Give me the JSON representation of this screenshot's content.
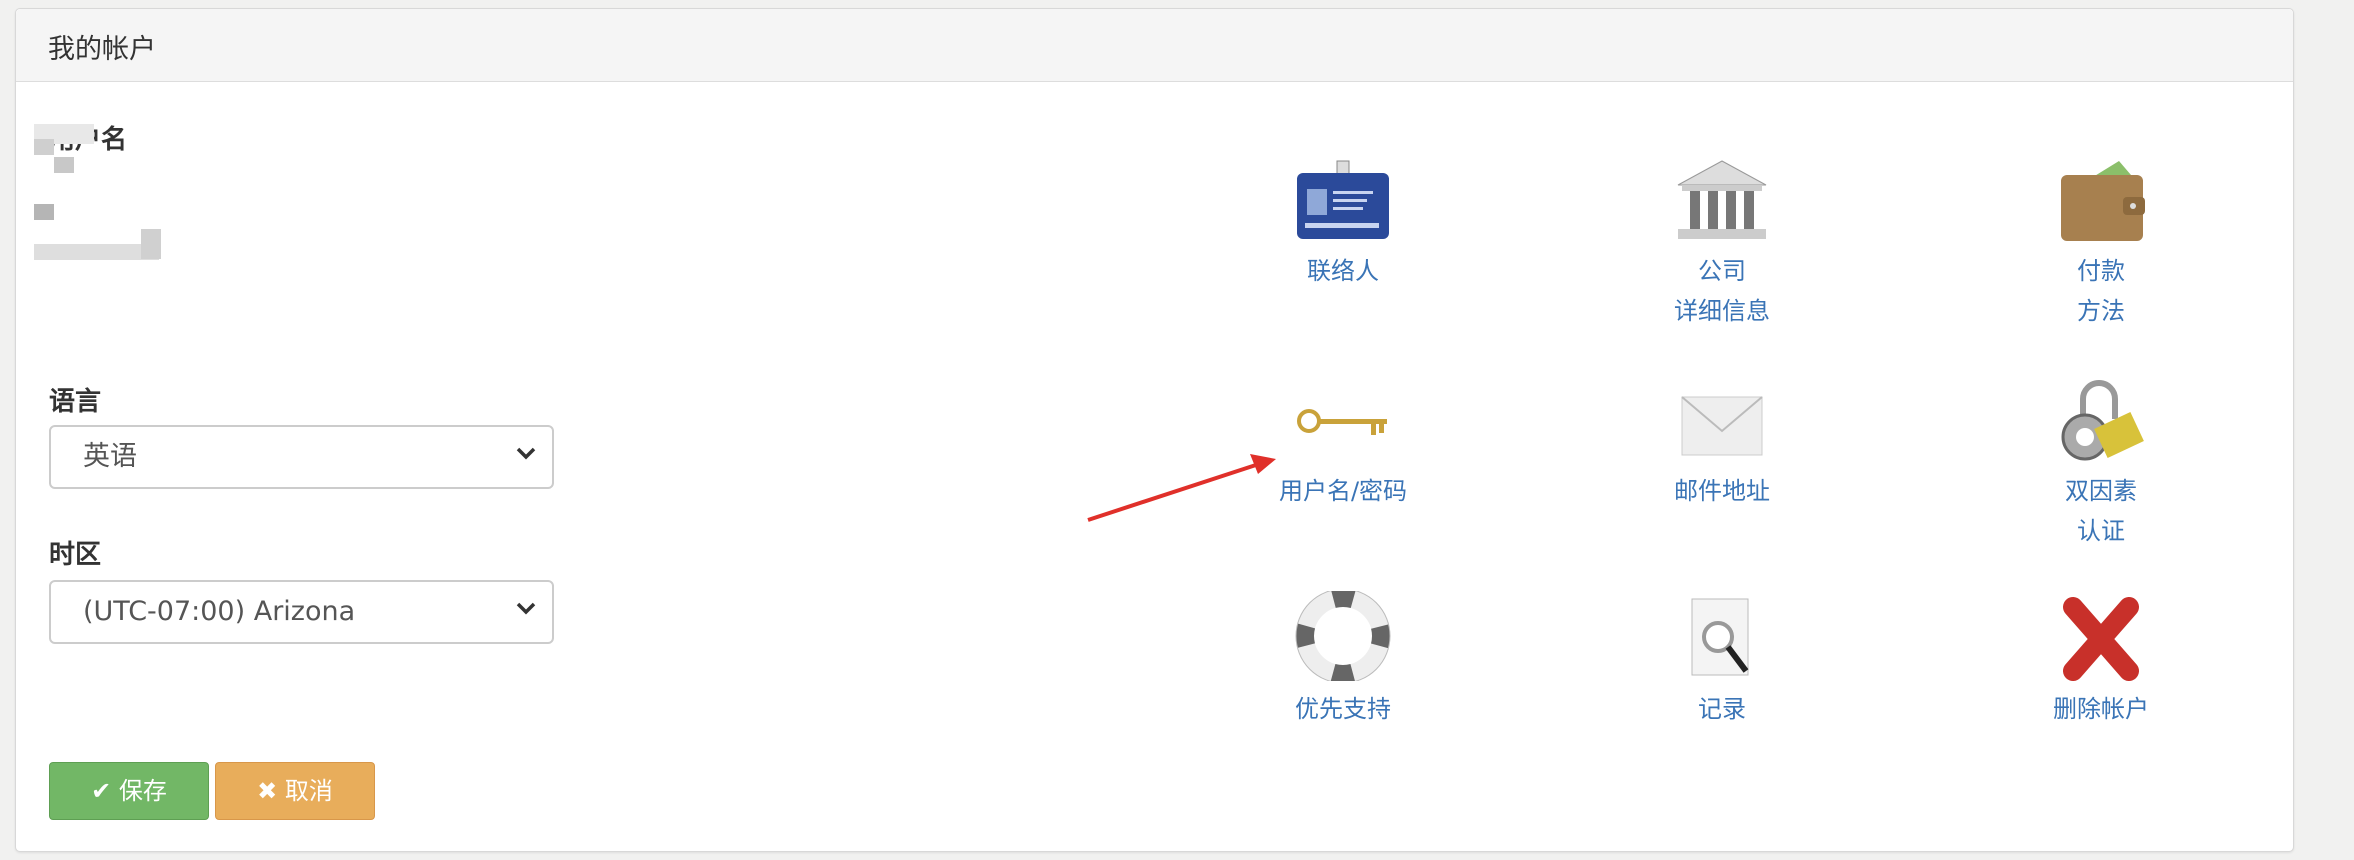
{
  "panel": {
    "title": "我的帐户"
  },
  "form": {
    "username_label": "用户名",
    "language_label": "语言",
    "language_value": "英语",
    "timezone_label": "时区",
    "timezone_value": "(UTC-07:00) Arizona",
    "save_label": "保存",
    "cancel_label": "取消"
  },
  "tiles": [
    {
      "icon": "id-card-icon",
      "line1": "联络人",
      "line2": ""
    },
    {
      "icon": "bank-icon",
      "line1": "公司",
      "line2": "详细信息"
    },
    {
      "icon": "wallet-icon",
      "line1": "付款",
      "line2": "方法"
    },
    {
      "icon": "key-icon",
      "line1": "用户名/密码",
      "line2": ""
    },
    {
      "icon": "envelope-icon",
      "line1": "邮件地址",
      "line2": ""
    },
    {
      "icon": "padlock-icon",
      "line1": "双因素",
      "line2": "认证"
    },
    {
      "icon": "lifebuoy-icon",
      "line1": "优先支持",
      "line2": ""
    },
    {
      "icon": "log-notepad-icon",
      "line1": "记录",
      "line2": ""
    },
    {
      "icon": "red-x-icon",
      "line1": "删除帐户",
      "line2": ""
    }
  ],
  "colors": {
    "link": "#3a74b6",
    "save": "#72b766",
    "cancel": "#e8ad5b",
    "arrow": "#e0302a"
  }
}
